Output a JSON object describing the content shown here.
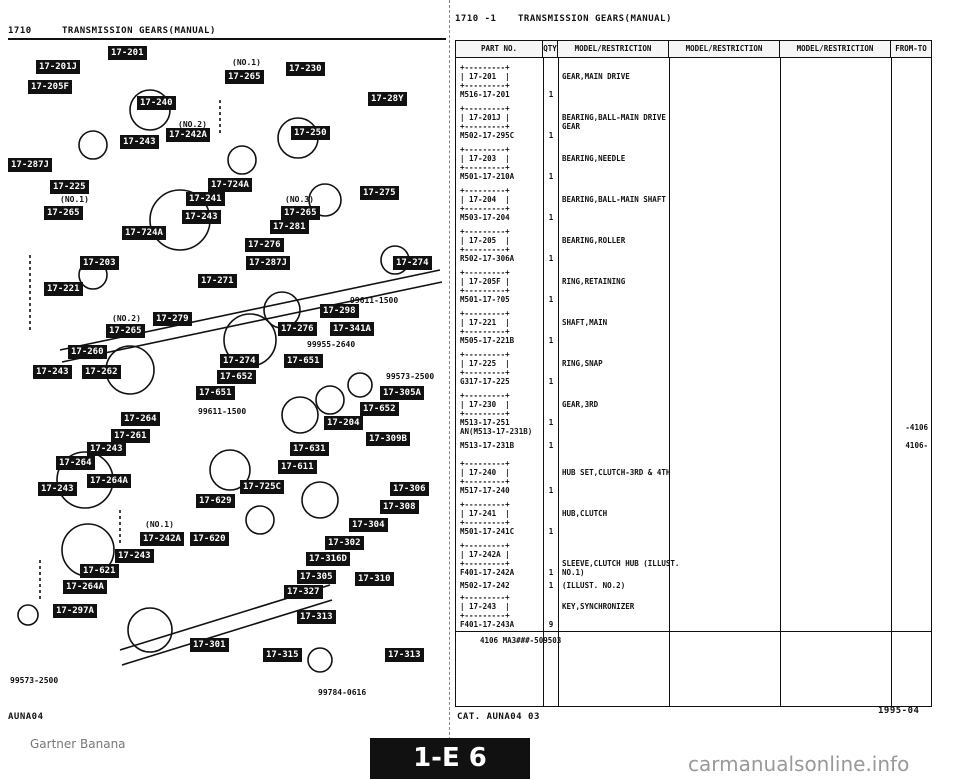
{
  "left_header": {
    "page_no": "1710",
    "title": "TRANSMISSION GEARS(MANUAL)"
  },
  "right_header": {
    "page_no": "1710 -1",
    "title": "TRANSMISSION GEARS(MANUAL)"
  },
  "diagram": {
    "callouts": [
      {
        "text": "17-201"
      },
      {
        "text": "17-201J"
      },
      {
        "text": "17-205F"
      },
      {
        "text": "17-265"
      },
      {
        "text": "17-240"
      },
      {
        "text": "17-243"
      },
      {
        "text": "17-242A"
      },
      {
        "text": "17-230"
      },
      {
        "text": "17-28Y"
      },
      {
        "text": "17-250"
      },
      {
        "text": "17-287J"
      },
      {
        "text": "17-225"
      },
      {
        "text": "17-265"
      },
      {
        "text": "17-724A"
      },
      {
        "text": "17-241"
      },
      {
        "text": "17-243"
      },
      {
        "text": "17-724A"
      },
      {
        "text": "17-265"
      },
      {
        "text": "17-275"
      },
      {
        "text": "17-281"
      },
      {
        "text": "17-203"
      },
      {
        "text": "17-276"
      },
      {
        "text": "17-287J"
      },
      {
        "text": "17-274"
      },
      {
        "text": "17-221"
      },
      {
        "text": "17-271"
      },
      {
        "text": "17-298"
      },
      {
        "text": "17-265"
      },
      {
        "text": "17-279"
      },
      {
        "text": "17-276"
      },
      {
        "text": "17-341A"
      },
      {
        "text": "17-260"
      },
      {
        "text": "17-274"
      },
      {
        "text": "17-651"
      },
      {
        "text": "17-243"
      },
      {
        "text": "17-262"
      },
      {
        "text": "17-652"
      },
      {
        "text": "17-305A"
      },
      {
        "text": "17-651"
      },
      {
        "text": "17-652"
      },
      {
        "text": "17-264"
      },
      {
        "text": "17-204"
      },
      {
        "text": "17-261"
      },
      {
        "text": "17-243"
      },
      {
        "text": "17-309B"
      },
      {
        "text": "17-264"
      },
      {
        "text": "17-631"
      },
      {
        "text": "17-611"
      },
      {
        "text": "17-243"
      },
      {
        "text": "17-264A"
      },
      {
        "text": "17-725C"
      },
      {
        "text": "17-306"
      },
      {
        "text": "17-629"
      },
      {
        "text": "17-308"
      },
      {
        "text": "17-304"
      },
      {
        "text": "17-242A"
      },
      {
        "text": "17-620"
      },
      {
        "text": "17-302"
      },
      {
        "text": "17-243"
      },
      {
        "text": "17-316D"
      },
      {
        "text": "17-621"
      },
      {
        "text": "17-305"
      },
      {
        "text": "17-310"
      },
      {
        "text": "17-264A"
      },
      {
        "text": "17-327"
      },
      {
        "text": "17-297A"
      },
      {
        "text": "17-313"
      },
      {
        "text": "17-301"
      },
      {
        "text": "17-315"
      },
      {
        "text": "17-313"
      }
    ],
    "notes": [
      {
        "text": "(NO.1)"
      },
      {
        "text": "(NO.2)"
      },
      {
        "text": "(NO.3)"
      },
      {
        "text": "(NO.1)"
      },
      {
        "text": "(NO.2)"
      },
      {
        "text": "(NO.1)"
      },
      {
        "text": "99611-1500"
      },
      {
        "text": "99955-2640"
      },
      {
        "text": "99573-2500"
      },
      {
        "text": "99611-1500"
      },
      {
        "text": "99573-2500"
      },
      {
        "text": "99784-0616"
      }
    ],
    "code": "AUNA04"
  },
  "table": {
    "columns": [
      "PART NO.",
      "QTY",
      "MODEL/RESTRICTION",
      "MODEL/RESTRICTION",
      "MODEL/RESTRICTION",
      "FROM-TO"
    ],
    "rows": [
      {
        "part": "+---------+\n| 17-201  |\n+---------+\nM516-17-201",
        "qty": "1",
        "desc": "GEAR,MAIN DRIVE",
        "from": ""
      },
      {
        "part": "+---------+\n| 17-201J |\n+---------+\nM502-17-295C",
        "qty": "1",
        "desc": "BEARING,BALL-MAIN DRIVE GEAR",
        "from": ""
      },
      {
        "part": "+---------+\n| 17-203  |\n+---------+\nM501-17-210A",
        "qty": "1",
        "desc": "BEARING,NEEDLE",
        "from": ""
      },
      {
        "part": "+---------+\n| 17-204  |\n+---------+\nM503-17-204",
        "qty": "1",
        "desc": "BEARING,BALL-MAIN SHAFT",
        "from": ""
      },
      {
        "part": "+---------+\n| 17-205  |\n+---------+\nR502-17-306A",
        "qty": "1",
        "desc": "BEARING,ROLLER",
        "from": ""
      },
      {
        "part": "+---------+\n| 17-205F |\n+---------+\nM501-17-?05",
        "qty": "1",
        "desc": "RING,RETAINING",
        "from": ""
      },
      {
        "part": "+---------+\n| 17-221  |\n+---------+\nM505-17-221B",
        "qty": "1",
        "desc": "SHAFT,MAIN",
        "from": ""
      },
      {
        "part": "+---------+\n| 17-225  |\n+---------+\nG317-17-225",
        "qty": "1",
        "desc": "RING,SNAP",
        "from": ""
      },
      {
        "part": "+---------+\n| 17-230  |\n+---------+\nM513-17-251\nAN(M513-17-231B)",
        "qty": "1",
        "desc": "GEAR,3RD",
        "from": "-4106"
      },
      {
        "part": "M513-17-231B",
        "qty": "1",
        "desc": "",
        "from": "4106-"
      },
      {
        "part": "+---------+\n| 17-240  |\n+---------+\nM517-17-240",
        "qty": "1",
        "desc": "HUB SET,CLUTCH-3RD & 4TH",
        "from": ""
      },
      {
        "part": "+---------+\n| 17-241  |\n+---------+\nM501-17-241C",
        "qty": "1",
        "desc": "HUB,CLUTCH",
        "from": ""
      },
      {
        "part": "+---------+\n| 17-242A |\n+---------+\nF401-17-242A",
        "qty": "1",
        "desc": "SLEEVE,CLUTCH HUB\n(ILLUST. NO.1)",
        "from": ""
      },
      {
        "part": "M502-17-242",
        "qty": "1",
        "desc": "(ILLUST. NO.2)",
        "from": ""
      },
      {
        "part": "+---------+\n| 17-243  |\n+---------+\nF401-17-243A",
        "qty": "9",
        "desc": "KEY,SYNCHRONIZER",
        "from": ""
      }
    ],
    "footnote": "4106 MA3###-509503",
    "cat": "CAT. AUNA04 03",
    "date": "1995-04"
  },
  "footer": {
    "page_tab": "1-E 6",
    "left_mark": "Gartner Banana",
    "right_mark": "carmanualsonline.info"
  }
}
